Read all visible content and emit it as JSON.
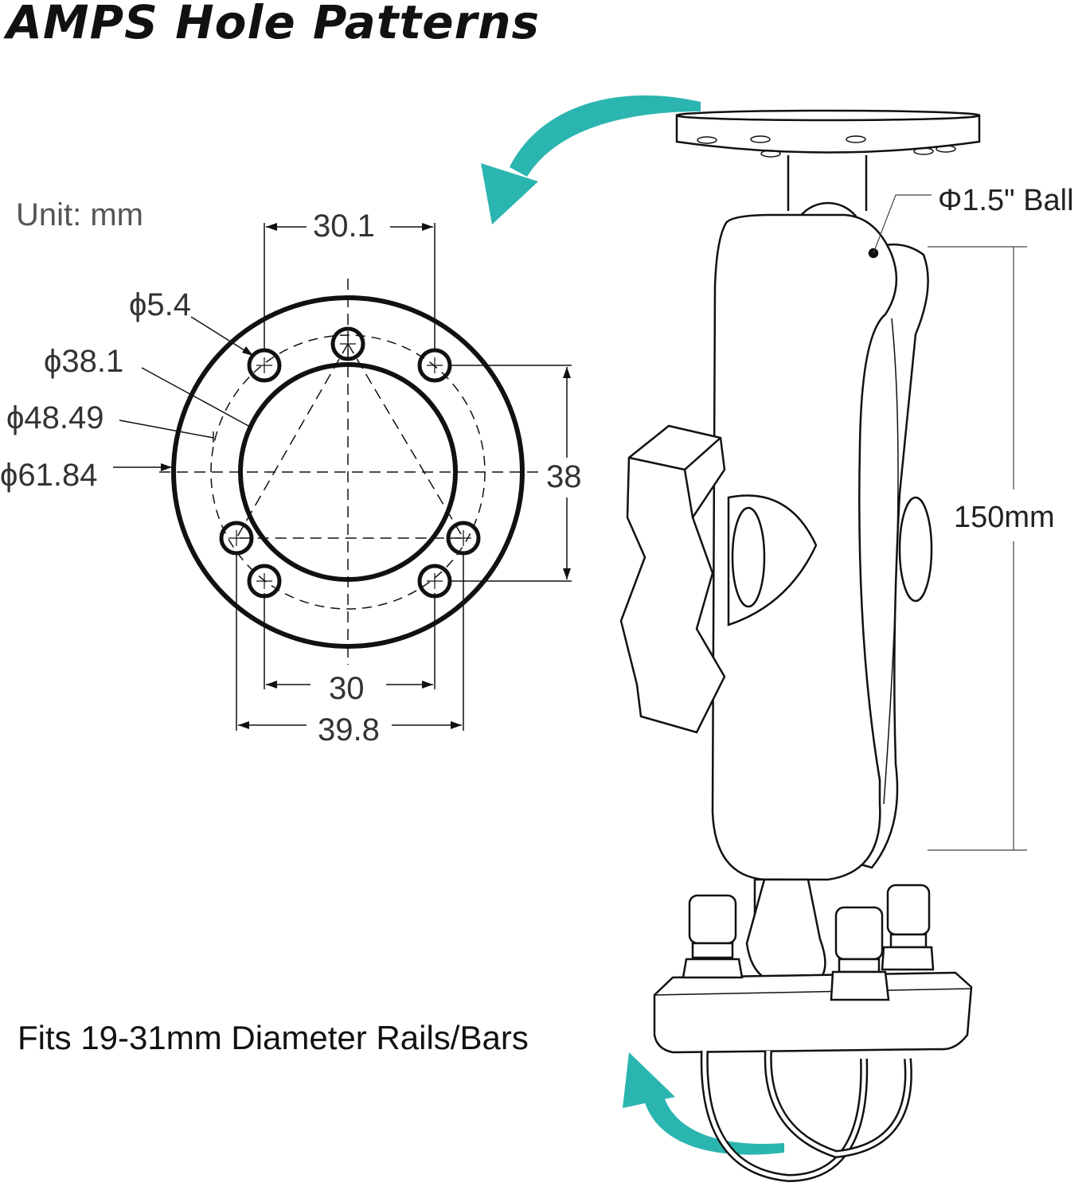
{
  "title": "AMPS Hole Patterns",
  "unit_label": "Unit: mm",
  "caption": "Fits 19-31mm Diameter Rails/Bars",
  "dimensions": {
    "top_spacing": "30.1",
    "hole_diameter": "ϕ5.4",
    "inner_circle": "ϕ38.1",
    "bolt_circle": "ϕ48.49",
    "outer_circle": "ϕ61.84",
    "vertical_spacing": "38",
    "bottom_spacing": "30",
    "bottom_width": "39.8"
  },
  "mount_labels": {
    "ball": "Φ1.5\" Ball",
    "arm_length": "150mm"
  },
  "colors": {
    "arrow": "#2bb5b0",
    "line": "#111111"
  },
  "icons": [
    "rotate-arrow-icon",
    "rotate-arrow-icon"
  ]
}
